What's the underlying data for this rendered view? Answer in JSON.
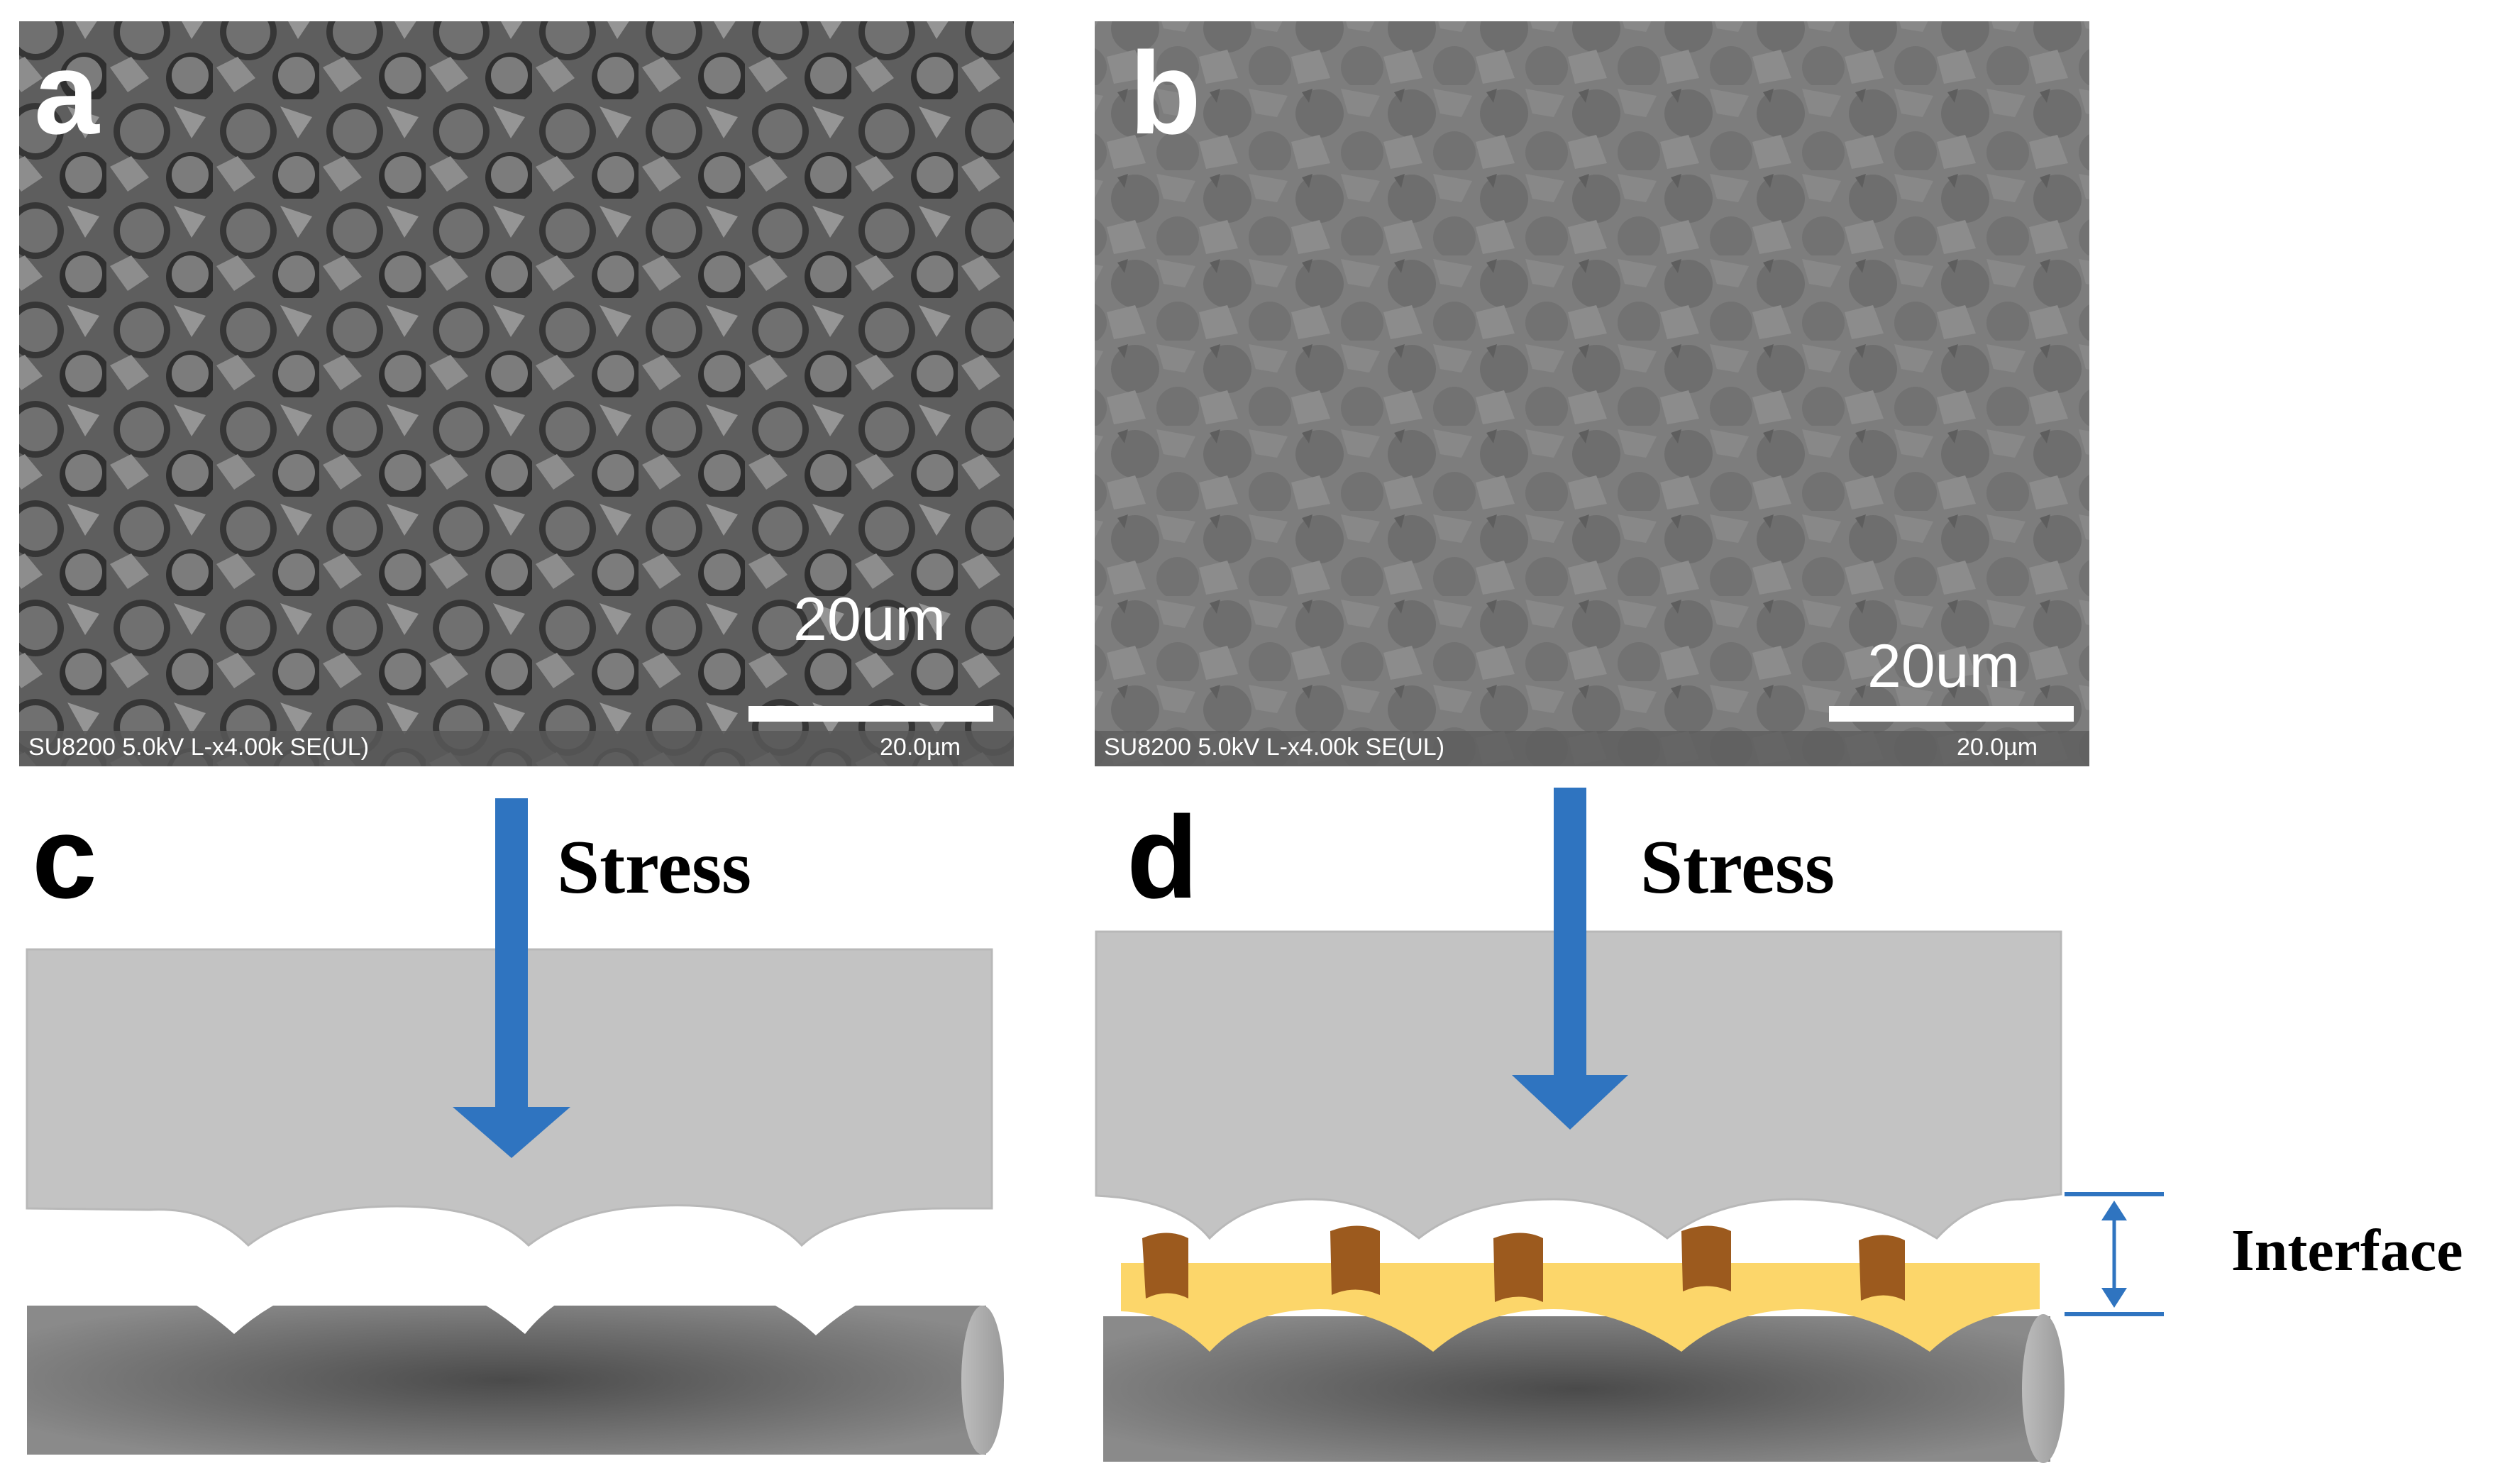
{
  "panels": {
    "a": {
      "letter": "a",
      "scale_label": "20um",
      "scale_bar_label": "20.0µm",
      "info": "SU8200 5.0kV L-x4.00k SE(UL)"
    },
    "b": {
      "letter": "b",
      "scale_label": "20um",
      "scale_bar_label": "20.0µm",
      "info": "SU8200 5.0kV L-x4.00k SE(UL)"
    },
    "c": {
      "letter": "c",
      "arrow_label": "Stress"
    },
    "d": {
      "letter": "d",
      "arrow_label": "Stress",
      "bracket_label": "Interface"
    }
  },
  "colors": {
    "arrow": "#2f74c0",
    "upper_body": "#c3c3c3",
    "fiber": "#6b6b6b",
    "interface_layer": "#fcd66a",
    "sizing_particles": "#9c5a1e",
    "sem_background": "#6a6a6a"
  }
}
